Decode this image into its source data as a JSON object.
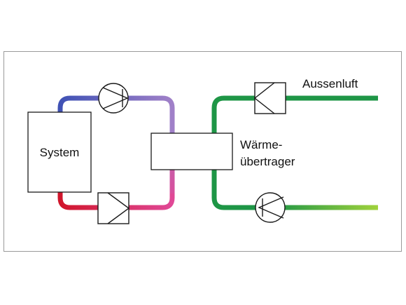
{
  "labels": {
    "system": "System",
    "exchanger_line1": "Wärme-",
    "exchanger_line2": "übertrager",
    "outside_air": "Aussenluft"
  },
  "components": {
    "system_box": "system-unit",
    "heat_exchanger": "heat-exchanger",
    "pump_top_left": "pump-icon",
    "compressor_bottom_left": "compressor-icon",
    "valve_top_right": "valve-icon",
    "pump_bottom_right": "pump-icon"
  },
  "colors": {
    "frame": "#9a9a9a",
    "outline": "#1a1a1a",
    "pipe_blue": "#3c50b4",
    "pipe_purple": "#a080c8",
    "pipe_red": "#d01428",
    "pipe_magenta": "#e04896",
    "pipe_green": "#1e9646",
    "pipe_lime": "#a0d23c"
  }
}
